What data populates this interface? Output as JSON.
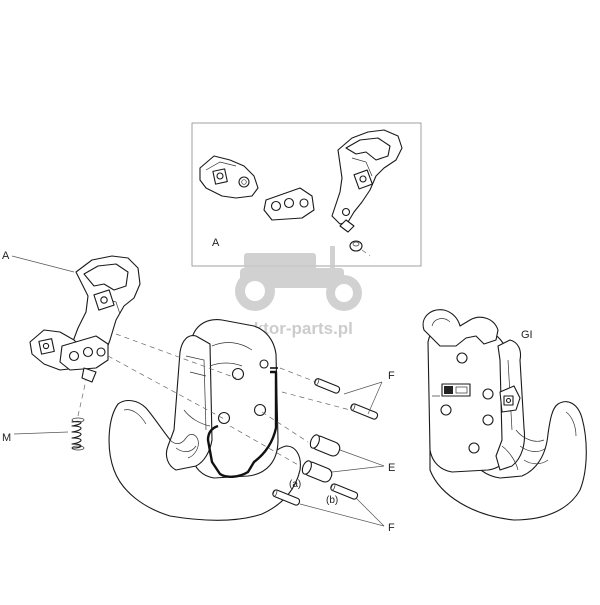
{
  "watermark": {
    "text": "traktor-parts.pl",
    "icon": "tractor-silhouette-icon"
  },
  "labels": {
    "inset_a": "A",
    "assembly_a": "A",
    "spring_m": "M",
    "pins_f_top": "F",
    "bushings_e": "E",
    "pins_f_bottom": "F",
    "hook_gi": "GI",
    "variant_a": "(a)",
    "variant_b": "(b)"
  }
}
